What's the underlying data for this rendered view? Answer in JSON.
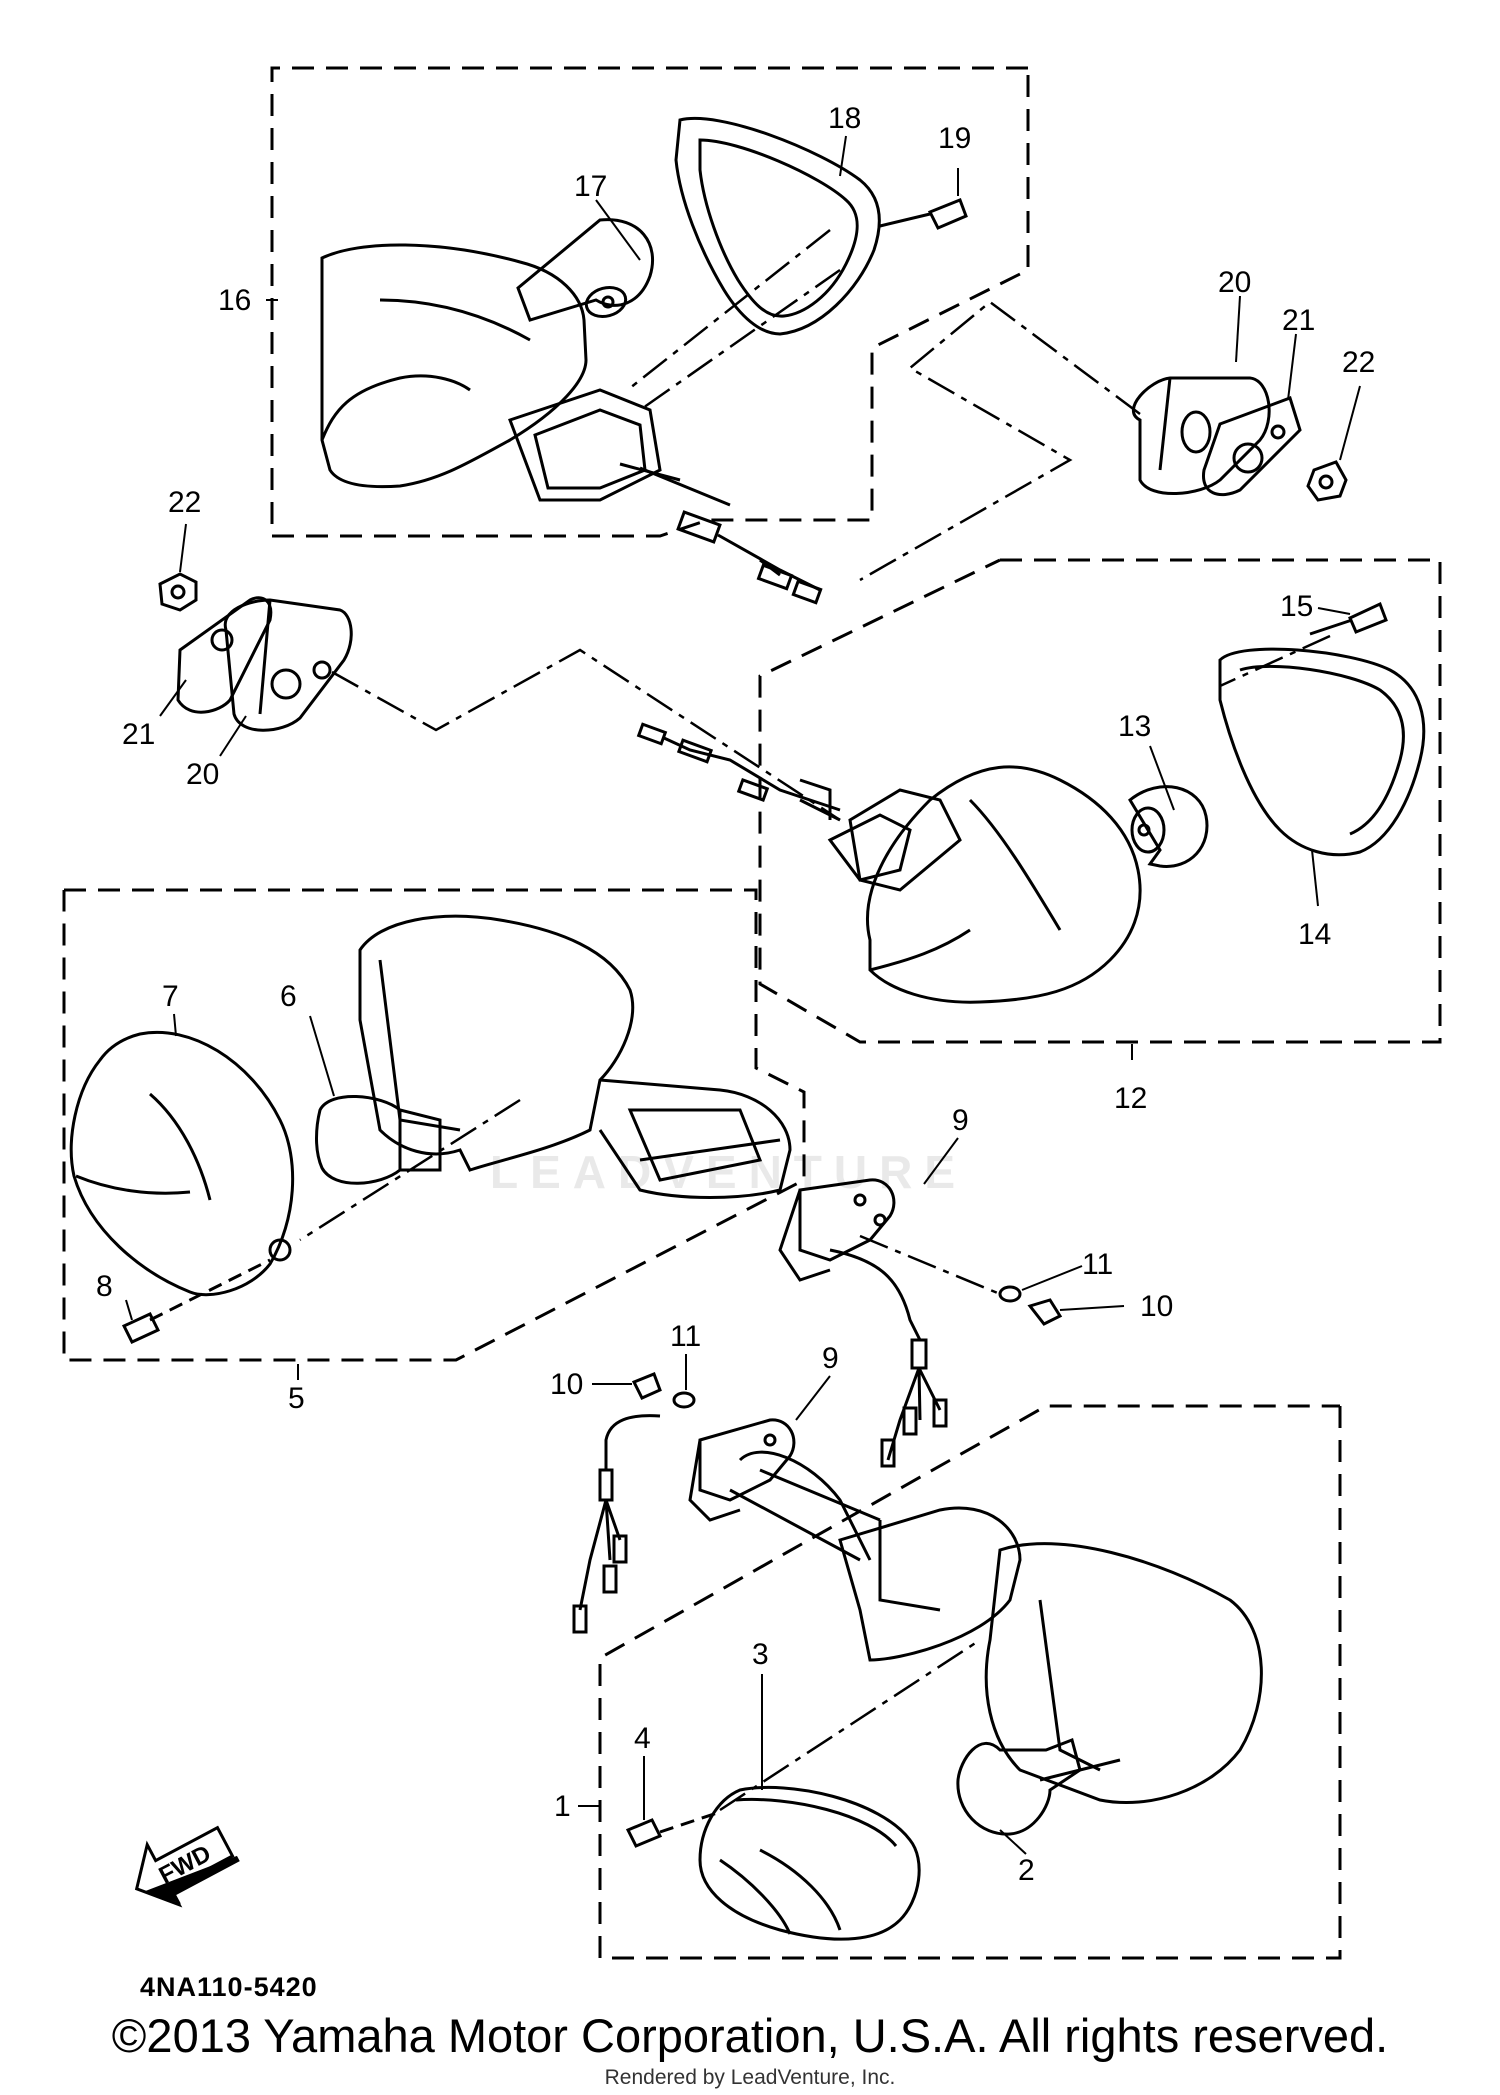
{
  "callouts": {
    "c1": "1",
    "c2": "2",
    "c3": "3",
    "c4": "4",
    "c5": "5",
    "c6": "6",
    "c7": "7",
    "c8": "8",
    "c9a": "9",
    "c9b": "9",
    "c10a": "10",
    "c10b": "10",
    "c11a": "11",
    "c11b": "11",
    "c12": "12",
    "c13": "13",
    "c14": "14",
    "c15": "15",
    "c16": "16",
    "c17": "17",
    "c18": "18",
    "c19": "19",
    "c20a": "20",
    "c20b": "20",
    "c21a": "21",
    "c21b": "21",
    "c22a": "22",
    "c22b": "22"
  },
  "fwd_label": "FWD",
  "diagram_code": "4NA110-5420",
  "copyright": "©2013 Yamaha Motor Corporation, U.S.A. All rights reserved.",
  "rendered_by": "Rendered by LeadVenture, Inc.",
  "watermark": "LEADVENTURE"
}
